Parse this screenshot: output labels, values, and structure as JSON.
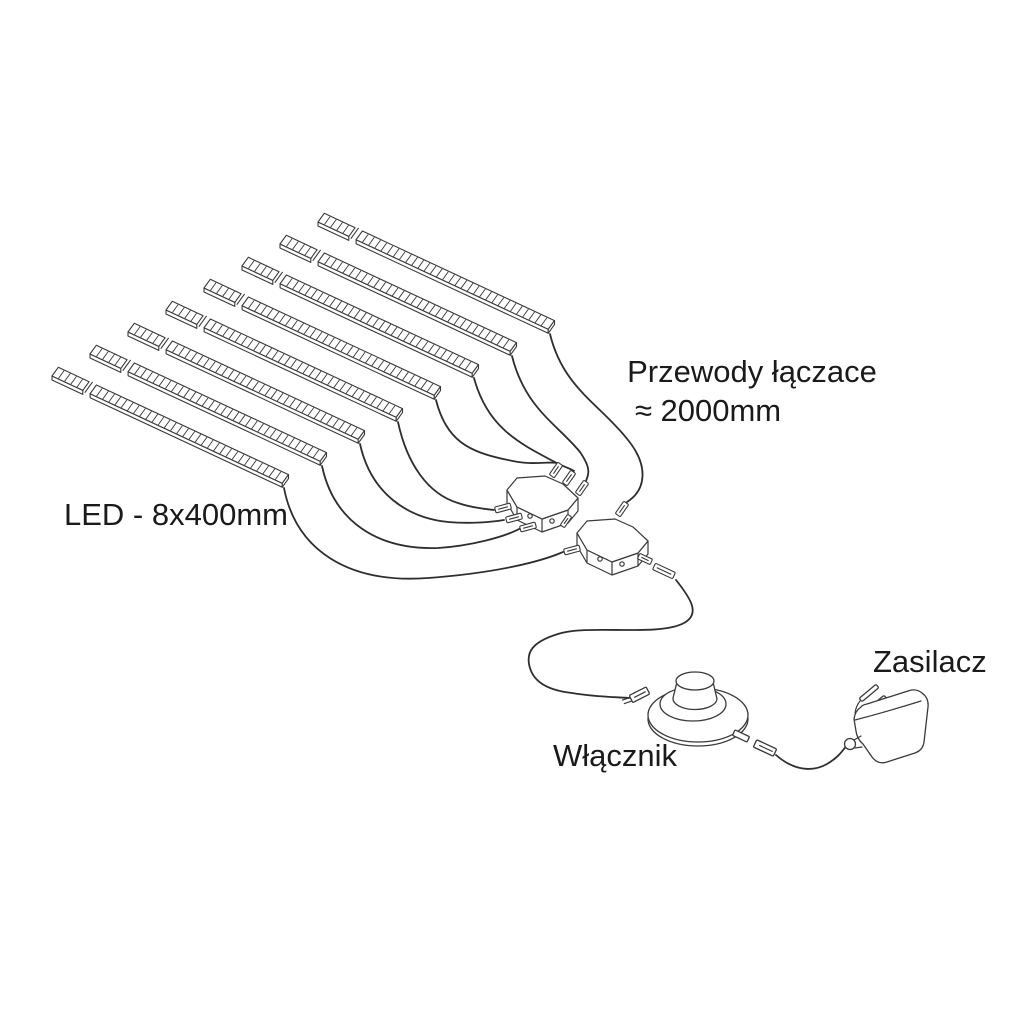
{
  "diagram": {
    "labels": {
      "connecting_wires_line1": "Przewody łączace",
      "connecting_wires_line2": "≈ 2000mm",
      "led_strips": "LED - 8x400mm",
      "foot_switch": "Włącznik",
      "power_supply": "Zasilacz"
    },
    "components": {
      "led_strip_count": 8,
      "distributor_count": 2
    },
    "colors": {
      "background": "#ffffff",
      "line": "#3a3a3a",
      "wire": "#2e2e2e",
      "text": "#1a1a1a"
    }
  }
}
